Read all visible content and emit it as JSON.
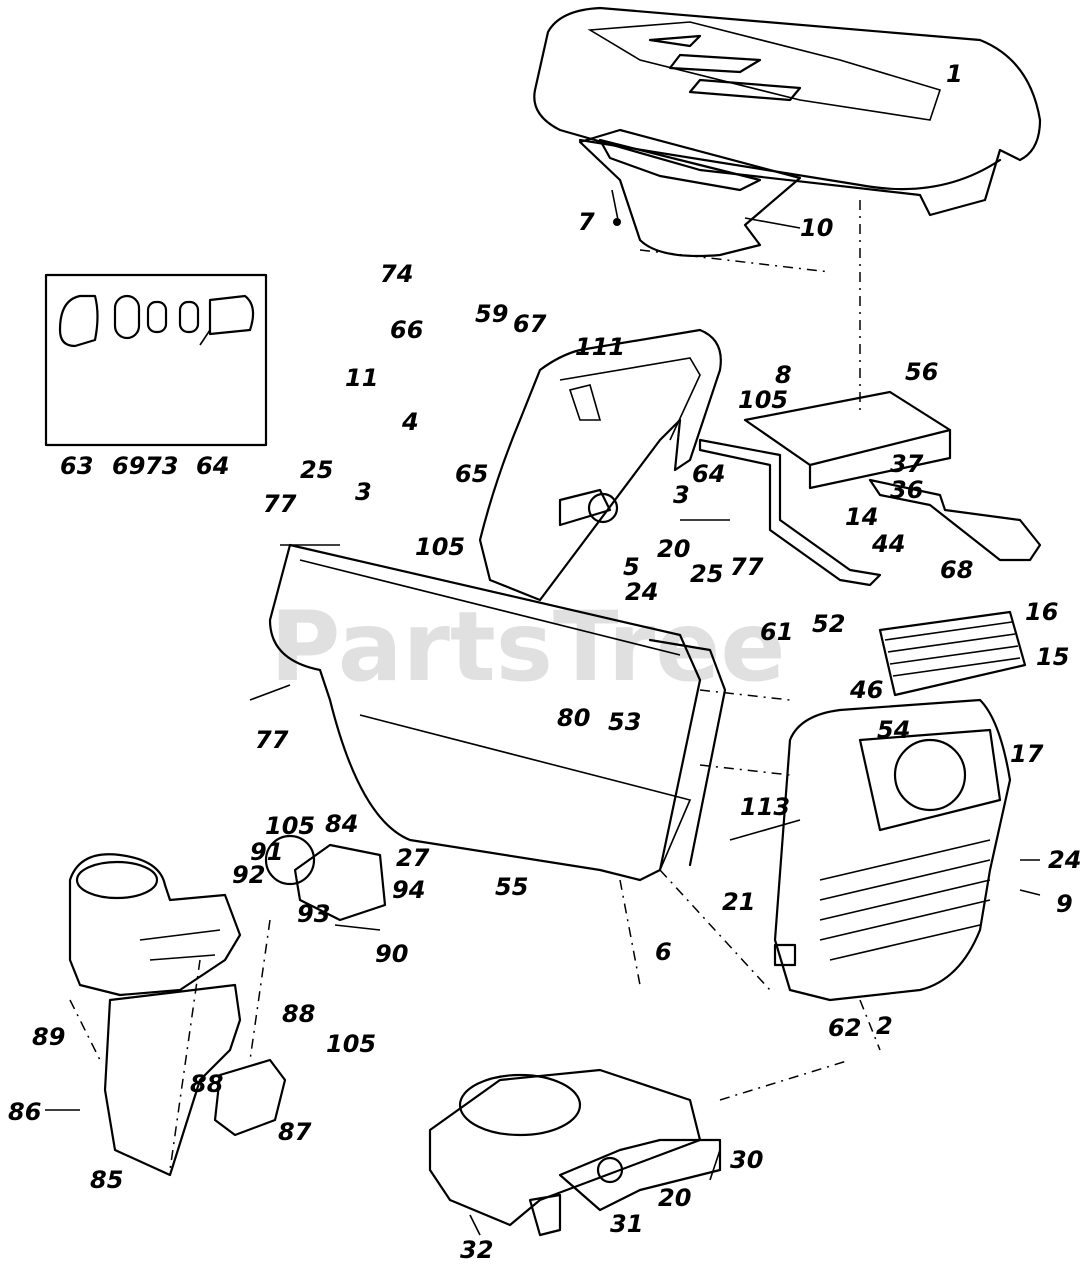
{
  "watermark": "PartsTree",
  "inset_labels": [
    "63",
    "69",
    "73",
    "64"
  ],
  "labels": {
    "l1": "1",
    "l10": "10",
    "l7": "7",
    "l74": "74",
    "l59": "59",
    "l67": "67",
    "l66": "66",
    "l111": "111",
    "l11": "11",
    "l4": "4",
    "l65": "65",
    "l64b": "64",
    "l3a": "3",
    "l25a": "25",
    "l77a": "77",
    "l105a": "105",
    "l3b": "3",
    "l20a": "20",
    "l25b": "25",
    "l77b": "77",
    "l5": "5",
    "l24a": "24",
    "l105b": "105",
    "l8": "8",
    "l56": "56",
    "l37": "37",
    "l36": "36",
    "l14": "14",
    "l44": "44",
    "l52": "52",
    "l68": "68",
    "l16": "16",
    "l15": "15",
    "l61": "61",
    "l46": "46",
    "l54": "54",
    "l17": "17",
    "l80": "80",
    "l53": "53",
    "l77c": "77",
    "l55": "55",
    "l113": "113",
    "l21": "21",
    "l24b": "24",
    "l9": "9",
    "l6": "6",
    "l62": "62",
    "l2": "2",
    "l105c": "105",
    "l84": "84",
    "l91": "91",
    "l27": "27",
    "l92": "92",
    "l94": "94",
    "l93": "93",
    "l90": "90",
    "l88a": "88",
    "l105d": "105",
    "l89": "89",
    "l88b": "88",
    "l86": "86",
    "l87": "87",
    "l85": "85",
    "l30": "30",
    "l20b": "20",
    "l31": "31",
    "l32": "32"
  }
}
